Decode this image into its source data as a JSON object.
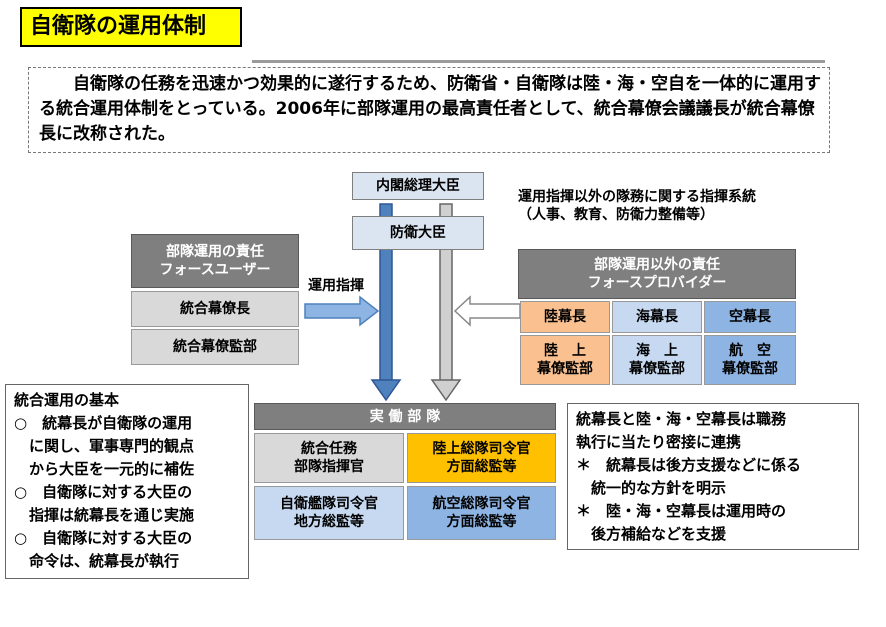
{
  "title": "自衛隊の運用体制",
  "intro": "自衛隊の任務を迅速かつ効果的に遂行するため、防衛省・自衛隊は陸・海・空自を一体的に運用する統合運用体制をとっている。2006年に部隊運用の最高責任者として、統合幕僚会議議長が統合幕僚長に改称された。",
  "nodes": {
    "pm": "内閣総理大臣",
    "minister": "防衛大臣",
    "force_user_header": "部隊運用の責任\nフォースユーザー",
    "joint_chief": "統合幕僚長",
    "joint_staff": "統合幕僚監部",
    "provider_header": "部隊運用以外の責任\nフォースプロバイダー",
    "gsdf_chief": "陸幕長",
    "msdf_chief": "海幕長",
    "asdf_chief": "空幕長",
    "gsdf_staff": "陸　上\n幕僚監部",
    "msdf_staff": "海　上\n幕僚監部",
    "asdf_staff": "航　空\n幕僚監部",
    "operational_header": "実 働 部 隊",
    "joint_task_force": "統合任務\n部隊指揮官",
    "gsdf_command": "陸上総隊司令官\n方面総監等",
    "fleet_command": "自衛艦隊司令官\n地方総監等",
    "air_command": "航空総隊司令官\n方面総監等"
  },
  "labels": {
    "operational_command": "運用指揮",
    "non_operational_chain": "運用指揮以外の隊務に関する指揮系統\n（人事、教育、防衛力整備等）"
  },
  "panels": {
    "basics": "統合運用の基本\n○　統幕長が自衛隊の運用\n　に関し、軍事専門的観点\n　から大臣を一元的に補佐\n○　自衛隊に対する大臣の\n　指揮は統幕長を通じ実施\n○　自衛隊に対する大臣の\n　命令は、統幕長が執行",
    "cooperation": "統幕長と陸・海・空幕長は職務\n執行に当たり密接に連携\n＊　統幕長は後方支援などに係る\n　統一的な方針を明示\n＊　陸・海・空幕長は運用時の\n　後方補給などを支援"
  },
  "colors": {
    "title_bg": "#ffff00",
    "blue_arrow": "#4f81bd",
    "gray_arrow": "#bfbfbf"
  }
}
